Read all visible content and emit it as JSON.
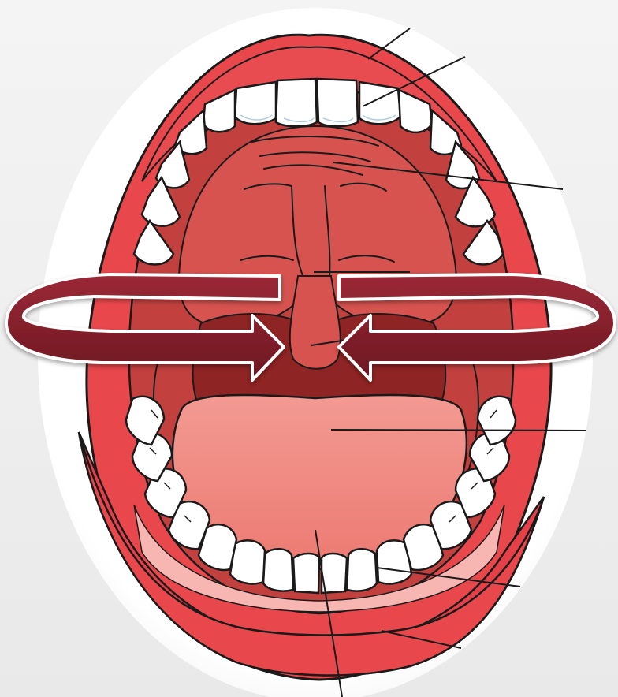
{
  "diagram": {
    "subject": "open-mouth-anatomy",
    "labels": [],
    "colors": {
      "background": "#eeeeee",
      "face_oval": "#ffffff",
      "lip": "#e8474c",
      "lip_dark": "#c9363c",
      "mouth_interior": "#c2413f",
      "palate": "#d6534f",
      "throat": "#8f2424",
      "tongue": "#f0837b",
      "tooth": "#ffffff",
      "tooth_shadow": "#cfe4ee",
      "outline": "#1a1a1a",
      "gum": "#f7b6b2",
      "ring_arrow": "#8b2230",
      "ring_arrow_dark": "#6a1622",
      "ring_arrow_outline": "#ffffff"
    },
    "pointer_lines": [
      {
        "target": "upper-lip"
      },
      {
        "target": "upper-incisor"
      },
      {
        "target": "hard-palate"
      },
      {
        "target": "uvula"
      },
      {
        "target": "tongue"
      },
      {
        "target": "lower-teeth"
      },
      {
        "target": "lower-lip"
      },
      {
        "target": "lingual-frenulum"
      }
    ],
    "arrows": [
      {
        "direction": "right",
        "meaning": "encircling-arrow-left-side"
      },
      {
        "direction": "left",
        "meaning": "encircling-arrow-right-side"
      }
    ]
  }
}
